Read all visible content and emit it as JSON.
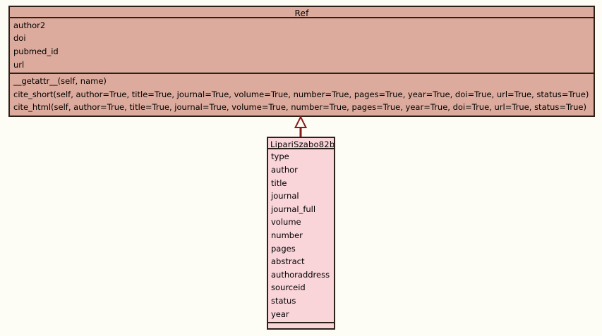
{
  "diagram": {
    "kind": "uml-class-diagram",
    "background_color": "#fdfdf6",
    "line_color": "#2b2119",
    "relationship": {
      "name": "generalization",
      "label": "",
      "arrow": "hollow-triangle",
      "color": "#8b1a1a",
      "from": "LipariSzabo82b",
      "to": "Ref"
    }
  },
  "classes": [
    {
      "id": "ref",
      "name": "Ref",
      "fill_color": "#dcab9d",
      "title_align": "center",
      "attributes": [
        "author2",
        "doi",
        "pubmed_id",
        "url"
      ],
      "methods": [
        "__getattr__(self, name)",
        "cite_short(self, author=True, title=True, journal=True, volume=True, number=True, pages=True, year=True, doi=True, url=True, status=True)",
        "cite_html(self, author=True, title=True, journal=True, volume=True, number=True, pages=True, year=True, doi=True, url=True, status=True)"
      ]
    },
    {
      "id": "liparisszabo82b",
      "name": "LipariSzabo82b",
      "fill_color": "#f9d4d9",
      "title_align": "left",
      "attributes": [
        "type",
        "author",
        "title",
        "journal",
        "journal_full",
        "volume",
        "number",
        "pages",
        "abstract",
        "authoraddress",
        "sourceid",
        "status",
        "year"
      ],
      "methods": []
    }
  ]
}
